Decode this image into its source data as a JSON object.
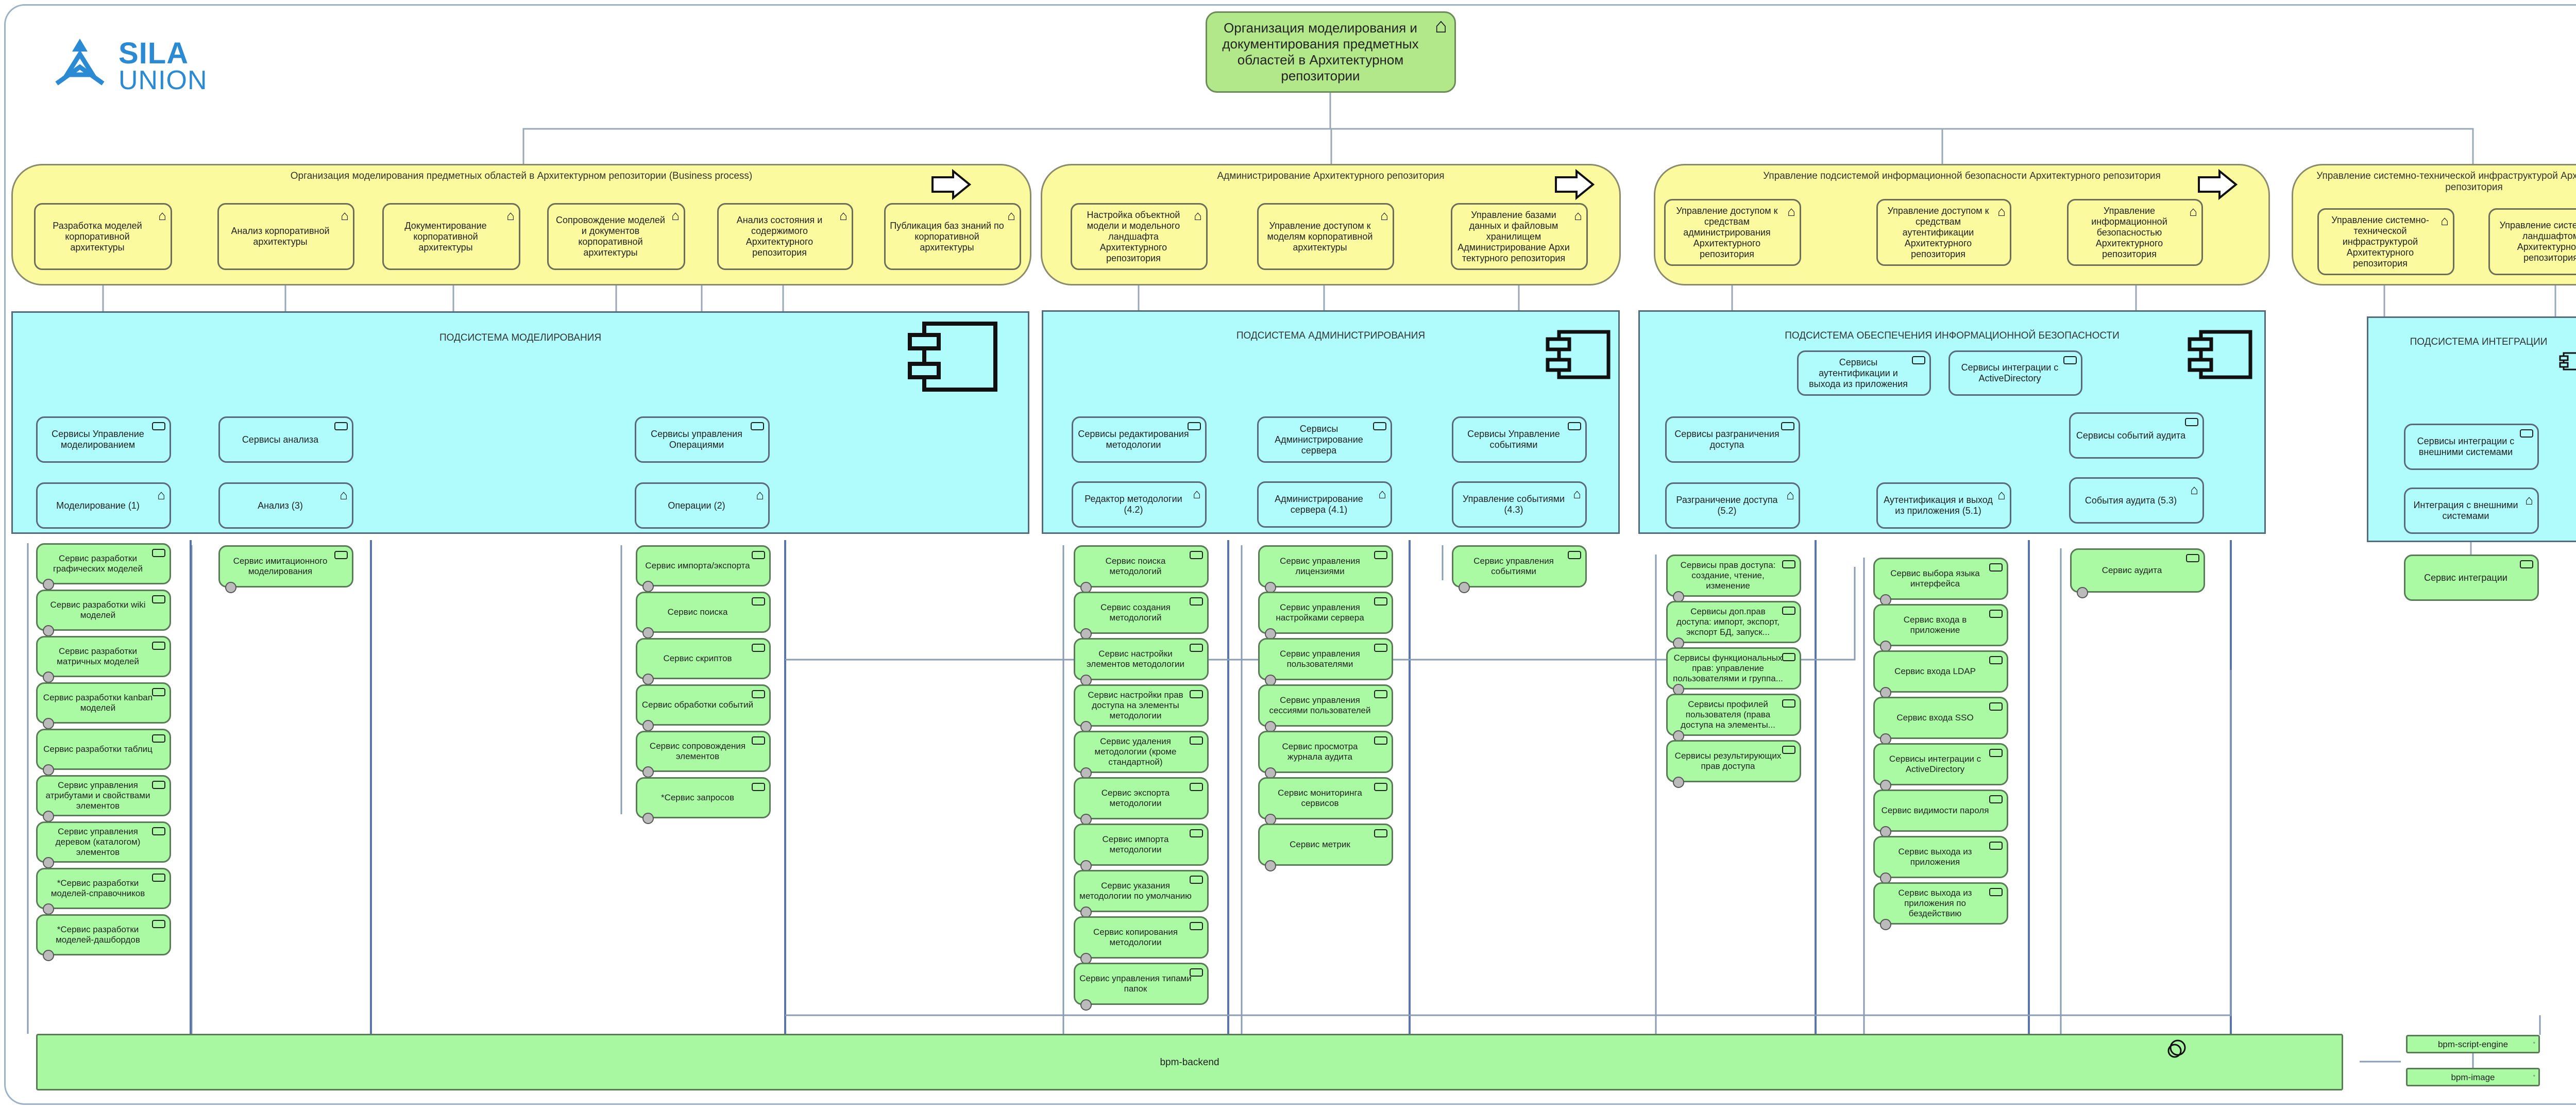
{
  "logo": {
    "line1": "SILA",
    "line2": "UNION"
  },
  "top": {
    "label": "Организация моделирования и документирования предметных областей в Архитектурном репозитории"
  },
  "regions": {
    "biz_modeling": "Организация моделирования предметных областей в Архитектурном репозитории (Business process)",
    "biz_admin": "Администрирование Архитектурного репозитория",
    "biz_security": "Управление подсистемой информационной безопасности Архитектурного репозитория",
    "biz_infra": "Управление системно-технической инфраструктурой Архитектурного репозитория",
    "sub_modeling": "ПОДСИСТЕМА МОДЕЛИРОВАНИЯ",
    "sub_admin": "ПОДСИСТЕМА АДМИНИСТРИРОВАНИЯ",
    "sub_security": "ПОДСИСТЕМА ОБЕСПЕЧЕНИЯ ИНФОРМАЦИОННОЙ БЕЗОПАСНОСТИ",
    "sub_integration": "ПОДСИСТЕМА ИНТЕГРАЦИИ"
  },
  "processes": {
    "modeling": [
      "Разработка моделей корпоративной архитектуры",
      "Анализ корпоративной архитектуры",
      "Документирование корпоративной архитектуры",
      "Сопровождение моделей и документов корпоративной архитектуры",
      "Анализ состояния и содержимого Архитектурного репозитория",
      "Публикация баз знаний по корпоративной архитектуры"
    ],
    "admin": [
      "Настройка объектной модели и модельного ландшафта Архитектурного репозитория",
      "Управление доступом к моделям корпоративной архитектуры",
      "Управление базами данных и файловым хранилищем Администрирование Архи тектурного репозитория"
    ],
    "security": [
      "Управление доступом к средствам администрирования Архитектурного репозитория",
      "Управление доступом к средствам аутентификации Архитектурного репозитория",
      "Управление информационной безопасностью Архитектурного репозитория"
    ],
    "infra": [
      "Управление системно-технической инфраструктурой Архитектурного репозитория",
      "Управление системным ландшафтом Архитектурного репозитория"
    ]
  },
  "modeling": {
    "iface": [
      "Сервисы Управление моделированием",
      "Сервисы анализа",
      "Сервисы управления Операциями"
    ],
    "comp": [
      "Моделирование (1)",
      "Анализ (3)",
      "Операции (2)"
    ],
    "col1": [
      "Сервис разработки графических моделей",
      "Сервис разработки wiki моделей",
      "Сервис разработки матричных моделей",
      "Сервис разработки kanban моделей",
      "Сервис разработки таблиц",
      "Сервис управления атрибутами и свойствами элементов",
      "Сервис управления деревом (каталогом) элементов",
      "*Сервис разработки моделей-справочников",
      "*Сервис разработки моделей-дашбордов"
    ],
    "col2": [
      "Сервис имитационного моделирования"
    ],
    "col3": [
      "Сервис импорта/экспорта",
      "Сервис поиска",
      "Сервис скриптов",
      "Сервис обработки событий",
      "Сервис сопровождения элементов",
      "*Сервис запросов"
    ]
  },
  "admin": {
    "iface": [
      "Сервисы редактирования методологии",
      "Сервисы Администрирование сервера",
      "Сервисы Управление событиями"
    ],
    "comp": [
      "Редактор методологии (4.2)",
      "Администрирование сервера (4.1)",
      "Управление событиями (4.3)"
    ],
    "col1": [
      "Сервис поиска методологий",
      "Сервис создания методологий",
      "Сервис настройки элементов методологии",
      "Сервис настройки прав доступа на элементы методологии",
      "Сервис удаления методологии (кроме стандартной)",
      "Сервис экспорта методологии",
      "Сервис импорта методологии",
      "Сервис указания методологии по умолчанию",
      "Сервис копирования методологии",
      "Сервис управления типами папок"
    ],
    "col2": [
      "Сервис управления лицензиями",
      "Сервис управления настройками сервера",
      "Сервис управления пользователями",
      "Сервис управления сессиями пользователей",
      "Сервис просмотра журнала аудита",
      "Сервис мониторинга сервисов",
      "Сервис метрик"
    ],
    "col3": [
      "Сервис управления событиями"
    ]
  },
  "security": {
    "iface_top": [
      "Сервисы аутентификации и выхода из приложения",
      "Сервисы интеграции с ActiveDirectory"
    ],
    "iface": [
      "Сервисы разграничения доступа",
      "Сервисы событий аудита"
    ],
    "comp": [
      "Разграничение доступа (5.2)",
      "Аутентификация и выход из приложения (5.1)",
      "События аудита (5.3)"
    ],
    "col1": [
      "Сервисы прав доступа: создание, чтение, изменение",
      "Сервисы доп.прав доступа: импорт, экспорт, экспорт БД, запуск...",
      "Сервисы функциональных прав: управление пользователями и группа...",
      "Сервисы профилей пользователя (права доступа на элементы...",
      "Сервисы результирующих прав доступа"
    ],
    "col2": [
      "Сервис выбора языка интерфейса",
      "Сервис входа в приложение",
      "Сервис входа LDAP",
      "Сервис входа SSO",
      "Сервисы интеграции с ActiveDirectory",
      "Сервис видимости пароля",
      "Сервис выхода из приложения",
      "Сервис выхода из приложения по бездействию"
    ],
    "col3": [
      "Сервис аудита"
    ]
  },
  "integration": {
    "iface": "Сервисы интеграции с внешними системами",
    "comp": "Интеграция с внешними системами",
    "svc": "Сервис интеграции"
  },
  "infra_nodes": {
    "backend": "bpm-backend",
    "script": "bpm-script-engine",
    "image": "bpm-image"
  }
}
